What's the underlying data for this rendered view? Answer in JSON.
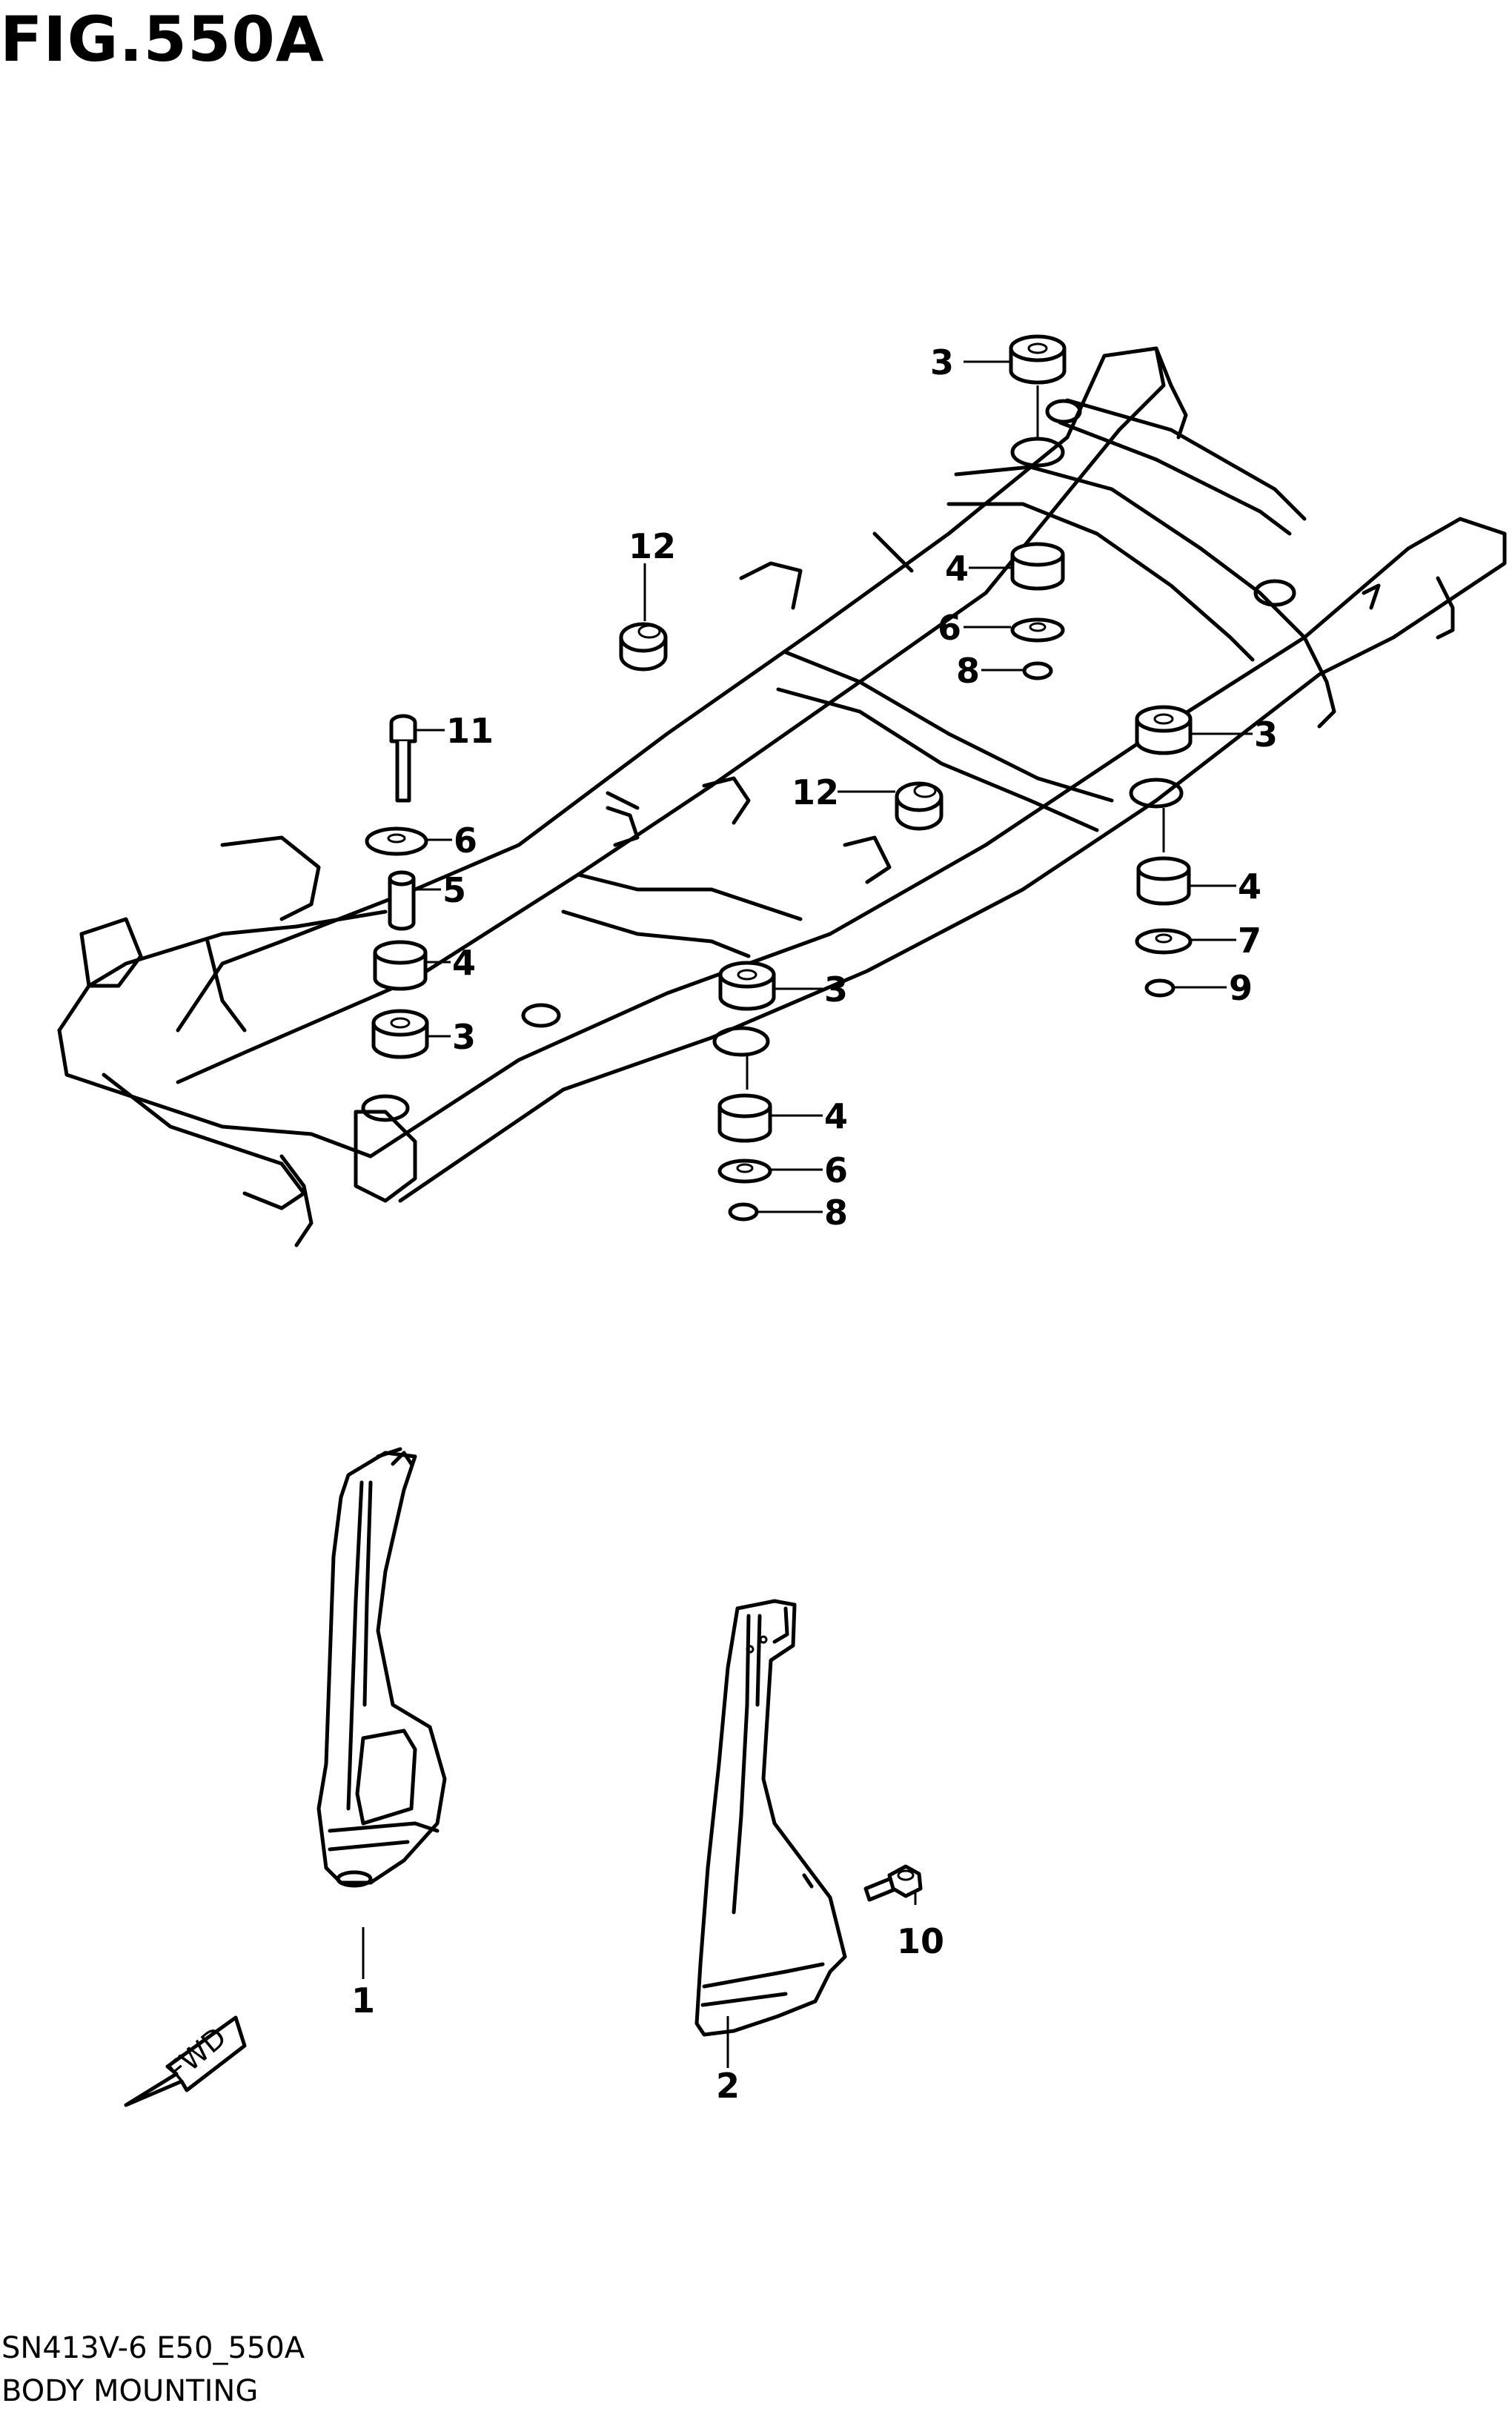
{
  "figure": {
    "title": "FIG.550A",
    "code": "SN413V-6 E50_550A",
    "name": "BODY MOUNTING"
  },
  "callouts": {
    "c1": "1",
    "c2": "2",
    "c3a": "3",
    "c3b": "3",
    "c3c": "3",
    "c3d": "3",
    "c4a": "4",
    "c4b": "4",
    "c4c": "4",
    "c4d": "4",
    "c5": "5",
    "c6a": "6",
    "c6b": "6",
    "c6c": "6",
    "c7": "7",
    "c8a": "8",
    "c8b": "8",
    "c9": "9",
    "c10": "10",
    "c11": "11",
    "c12a": "12",
    "c12b": "12"
  },
  "fwd_label": "FWD"
}
